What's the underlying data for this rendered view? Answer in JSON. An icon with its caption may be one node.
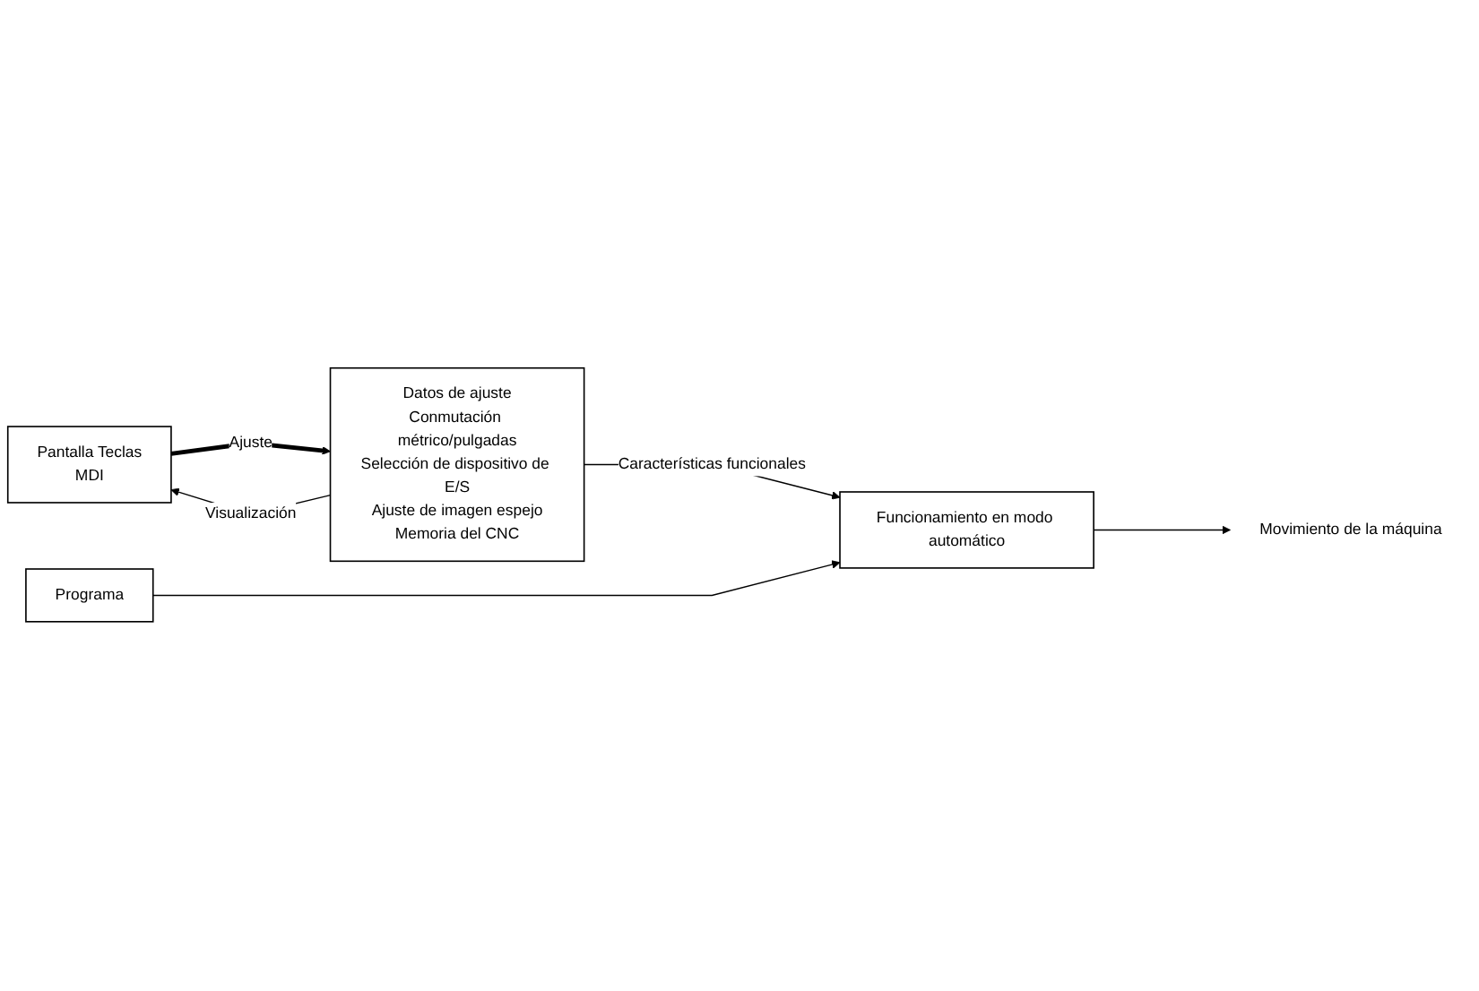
{
  "diagram": {
    "nodes": [
      {
        "text": [
          "Pantalla Teclas",
          "MDI"
        ]
      },
      {
        "text": [
          "Datos de ajuste",
          "Conmutación métrico/pulgadas",
          "Selección de dispositivo de E/S",
          "Ajuste de imagen espejo",
          "Memoria del CNC"
        ]
      },
      {
        "text": [
          "Programa"
        ]
      },
      {
        "text": [
          "Funcionamiento en modo automático"
        ]
      },
      {
        "text": [
          "Movimiento de la máquina"
        ]
      }
    ],
    "edges": [
      {
        "from": 0,
        "to": 1,
        "label": "Ajuste",
        "arrow": "to",
        "style": "thick"
      },
      {
        "from": 1,
        "to": 0,
        "label": "Visualización",
        "arrow": "to"
      },
      {
        "from": 1,
        "to": 3,
        "label": "Características funcionales",
        "arrow": "to"
      },
      {
        "from": 2,
        "to": 3,
        "arrow": "to"
      },
      {
        "from": 3,
        "to": 4,
        "arrow": "to"
      }
    ]
  }
}
